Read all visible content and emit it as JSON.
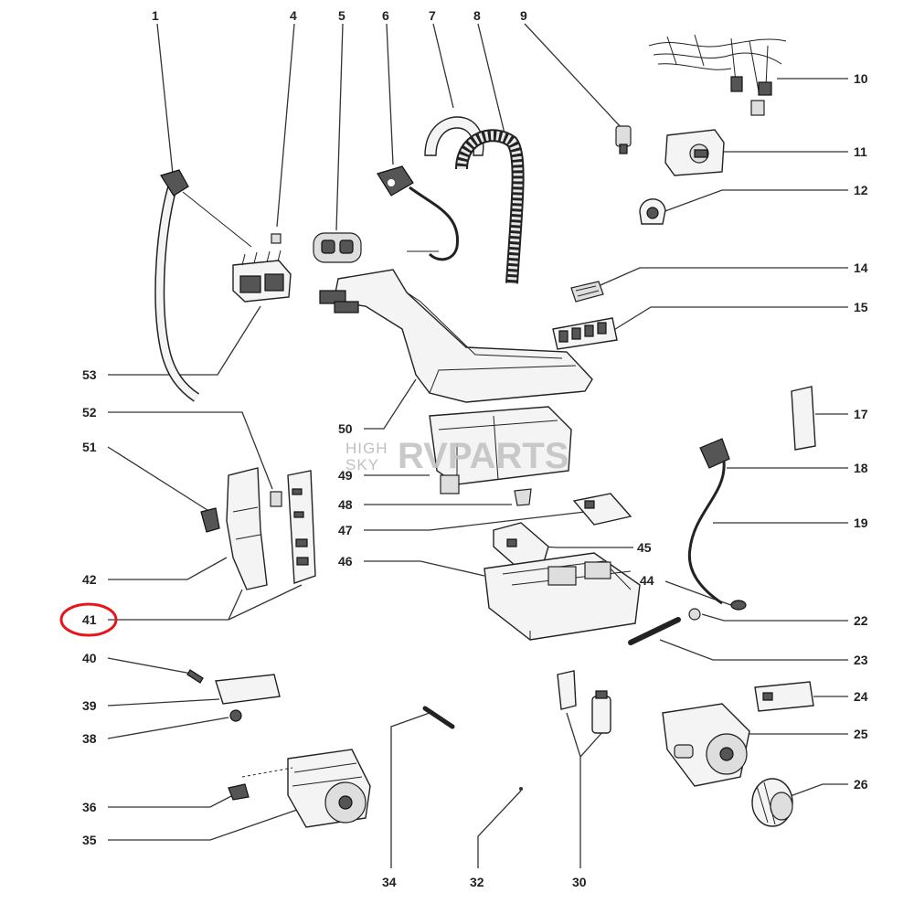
{
  "diagram": {
    "watermark": {
      "line1": "HIGH",
      "line2": "SKY",
      "brand": "RVPARTS"
    },
    "highlight": {
      "label": "41",
      "color": "#e8141c"
    },
    "callouts": [
      "1",
      "4",
      "5",
      "6",
      "7",
      "8",
      "9",
      "10",
      "11",
      "12",
      "14",
      "15",
      "17",
      "18",
      "19",
      "22",
      "23",
      "24",
      "25",
      "26",
      "30",
      "32",
      "34",
      "35",
      "36",
      "38",
      "39",
      "40",
      "41",
      "42",
      "44",
      "45",
      "46",
      "47",
      "48",
      "49",
      "50",
      "51",
      "52",
      "53"
    ]
  }
}
